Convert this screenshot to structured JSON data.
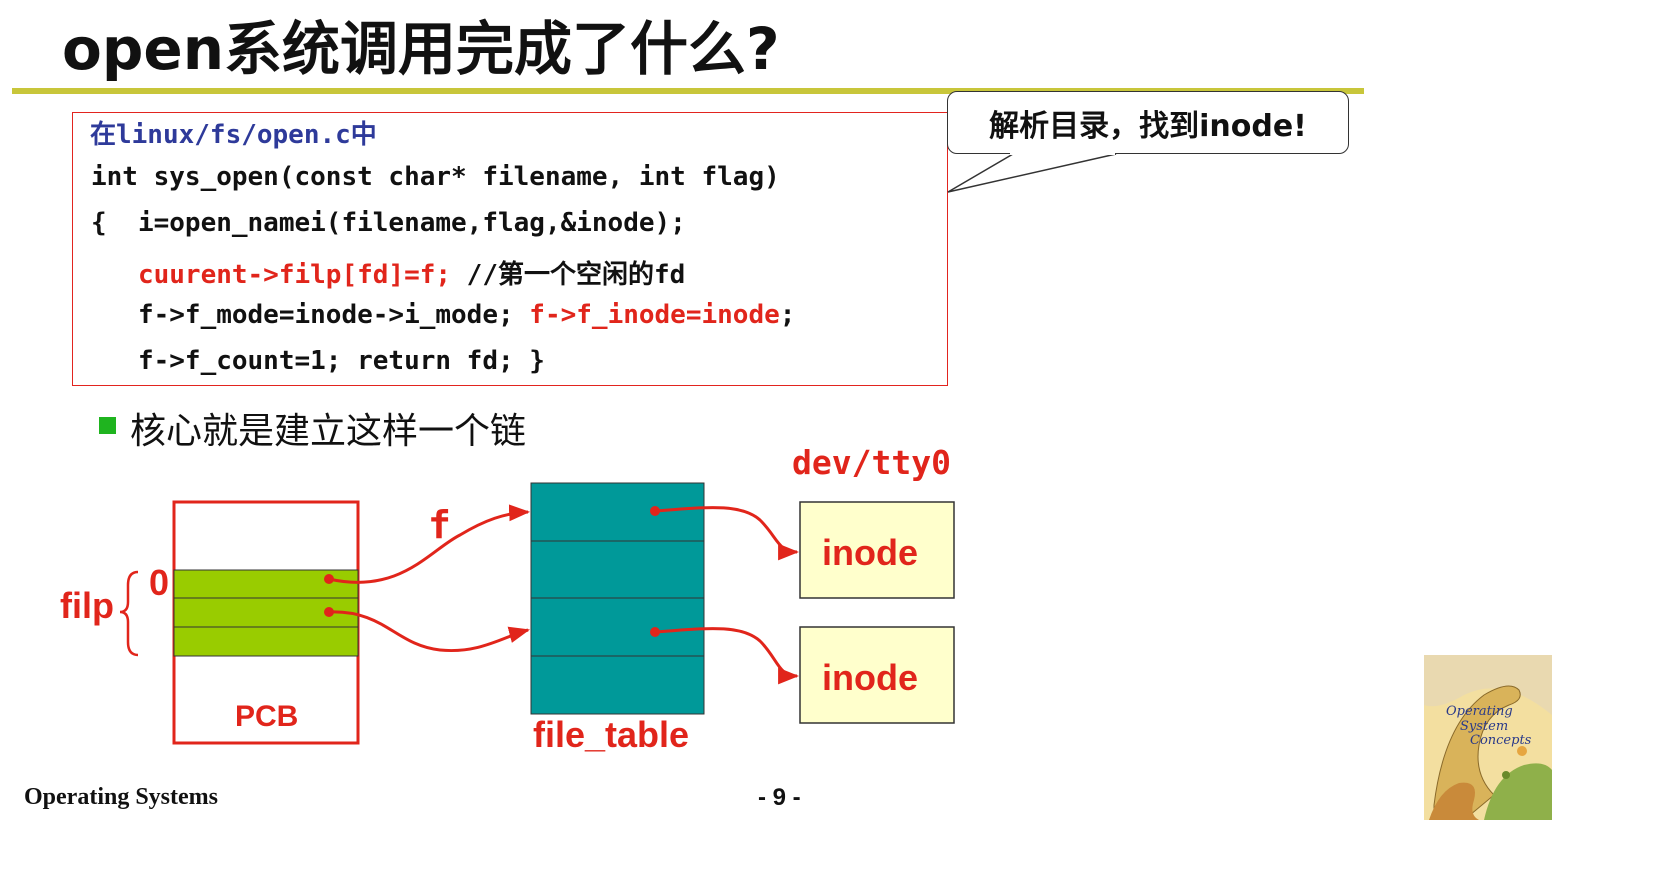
{
  "slide": {
    "title": "open系统调用完成了什么?",
    "code": {
      "lines": [
        {
          "segments": [
            {
              "text": "在linux/fs/open.c中",
              "color": "blue"
            }
          ]
        },
        {
          "segments": [
            {
              "text": "int sys_open(const char* filename, int flag)",
              "color": "black"
            }
          ]
        },
        {
          "segments": [
            {
              "text": "{  i=open_namei(filename,flag,&inode);",
              "color": "black"
            }
          ]
        },
        {
          "segments": [
            {
              "text": "   cuurent->filp[fd]=f;",
              "color": "red"
            },
            {
              "text": " //第一个空闲的fd",
              "color": "black"
            }
          ]
        },
        {
          "segments": [
            {
              "text": "   f->f_mode=inode->i_mode; ",
              "color": "black"
            },
            {
              "text": "f->f_inode=inode",
              "color": "red"
            },
            {
              "text": ";",
              "color": "black"
            }
          ]
        },
        {
          "segments": [
            {
              "text": "   f->f_count=1; return fd; }",
              "color": "black"
            }
          ]
        }
      ]
    },
    "callout": "解析目录，找到inode!",
    "bullet": "核心就是建立这样一个链",
    "diagram": {
      "filp_label": "filp",
      "index_zero": "0",
      "pcb_label": "PCB",
      "f_label": "f",
      "file_table_label": "file_table",
      "device_label": "dev/tty0",
      "inode_top": "inode",
      "inode_bottom": "inode"
    },
    "footer": {
      "course": "Operating Systems",
      "page": "- 9 -"
    },
    "book_cover_text": [
      "Operating",
      "System",
      "Concepts"
    ],
    "colors": {
      "accent_rule": "#c8c63a",
      "red": "#e1251b",
      "code_blue": "#2e3a9a",
      "pcb_green": "#99cc00",
      "file_table_teal": "#009999",
      "inode_fill": "#ffffcc",
      "bullet_green": "#1fb41f"
    }
  }
}
